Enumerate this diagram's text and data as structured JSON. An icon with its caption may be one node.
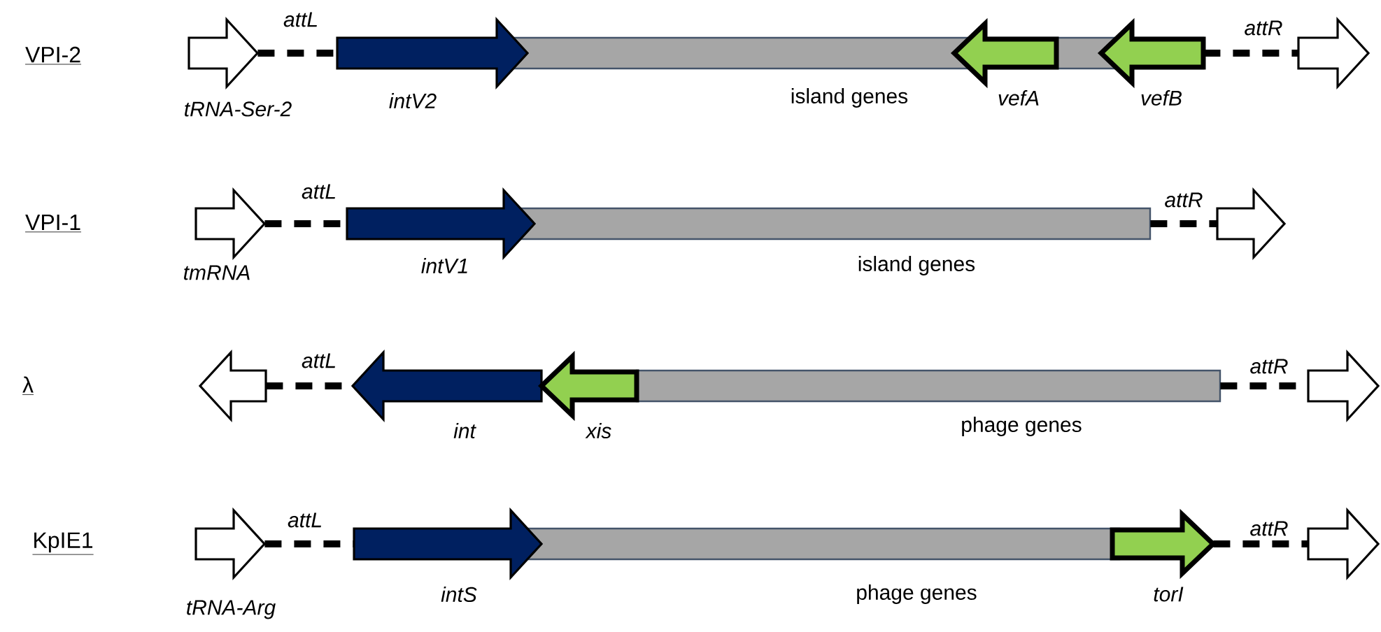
{
  "diagram": {
    "nodes": [
      {
        "text": [],
        "shape": "arrow",
        "beside": [
          "tRNA-Ser-2"
        ]
      },
      {
        "text": [],
        "shape": "arrow",
        "beside": [
          "intV2"
        ]
      },
      {
        "text": [],
        "shape": "bar",
        "beside": [
          "island genes"
        ]
      },
      {
        "text": [],
        "shape": "arrow",
        "beside": [
          "vefA"
        ]
      },
      {
        "text": [],
        "shape": "arrow",
        "beside": [
          "vefB"
        ]
      },
      {
        "text": [],
        "shape": "arrow"
      },
      {
        "text": [],
        "shape": "arrow",
        "beside": [
          "tmRNA"
        ]
      },
      {
        "text": [],
        "shape": "arrow",
        "beside": [
          "intV1"
        ]
      },
      {
        "text": [],
        "shape": "bar",
        "beside": [
          "island genes"
        ]
      },
      {
        "text": [],
        "shape": "arrow"
      },
      {
        "text": [],
        "shape": "arrow"
      },
      {
        "text": [],
        "shape": "arrow",
        "beside": [
          "int"
        ]
      },
      {
        "text": [],
        "shape": "arrow",
        "beside": [
          "xis"
        ]
      },
      {
        "text": [],
        "shape": "bar",
        "beside": [
          "phage genes"
        ]
      },
      {
        "text": [],
        "shape": "arrow"
      },
      {
        "text": [],
        "shape": "arrow",
        "beside": [
          "tRNA-Arg"
        ]
      },
      {
        "text": [],
        "shape": "arrow",
        "beside": [
          "intS"
        ]
      },
      {
        "text": [],
        "shape": "bar",
        "beside": [
          "phage genes"
        ]
      },
      {
        "text": [],
        "shape": "arrow",
        "beside": [
          "torI"
        ]
      },
      {
        "text": [],
        "shape": "arrow"
      }
    ],
    "edges": [
      {
        "from": 0,
        "to": 1,
        "arrow": "none",
        "label": "attL",
        "style": "dashed"
      },
      {
        "from": 4,
        "to": 5,
        "arrow": "none",
        "label": "attR",
        "style": "dashed"
      },
      {
        "from": 6,
        "to": 7,
        "arrow": "none",
        "label": "attL",
        "style": "dashed"
      },
      {
        "from": 8,
        "to": 9,
        "arrow": "none",
        "label": "attR",
        "style": "dashed"
      },
      {
        "from": 10,
        "to": 11,
        "arrow": "none",
        "label": "attL",
        "style": "dashed"
      },
      {
        "from": 13,
        "to": 14,
        "arrow": "none",
        "label": "attR",
        "style": "dashed"
      },
      {
        "from": 15,
        "to": 16,
        "arrow": "none",
        "label": "attL",
        "style": "dashed"
      },
      {
        "from": 18,
        "to": 19,
        "arrow": "none",
        "label": "attR",
        "style": "dashed"
      }
    ],
    "labels": [
      "VPI-2",
      "VPI-1",
      "λ",
      "KpIE1"
    ]
  }
}
